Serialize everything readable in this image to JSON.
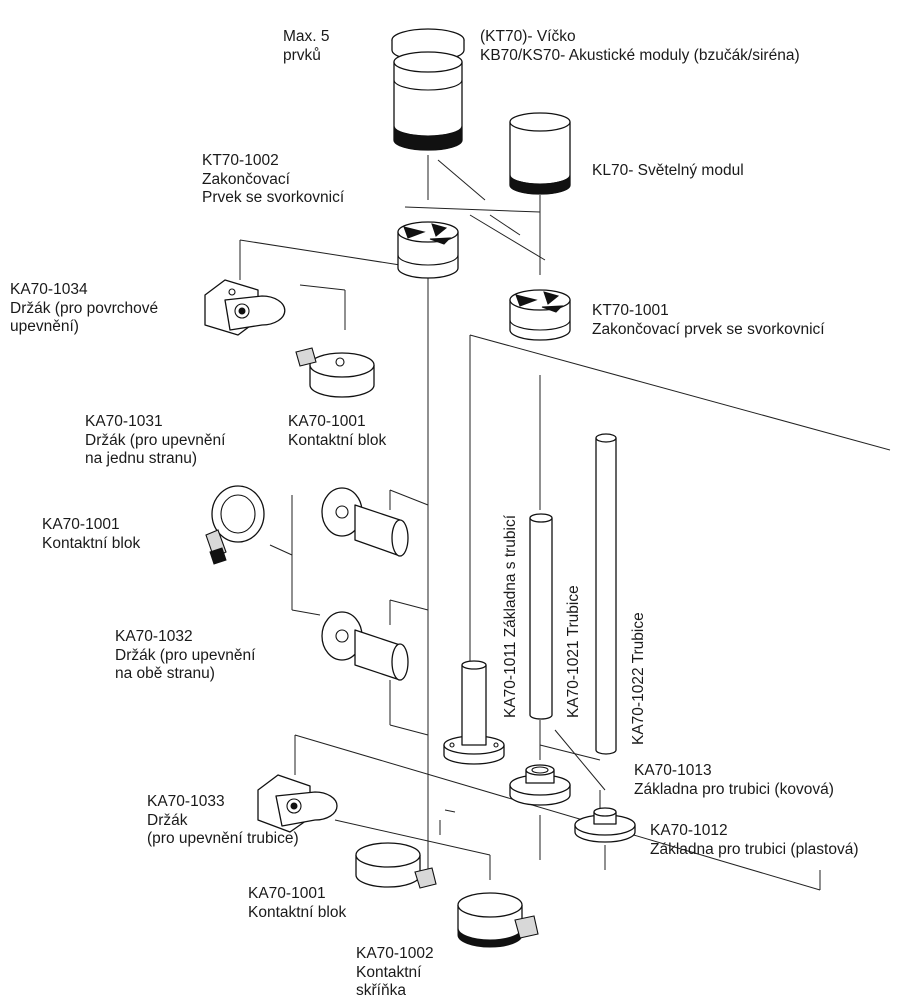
{
  "labels": {
    "max": [
      "Max. 5",
      "prvků"
    ],
    "top": [
      "(KT70)- Víčko",
      "KB70/KS70- Akustické moduly (bzučák/siréna)"
    ],
    "kl70": [
      "KL70- Světelný modul"
    ],
    "kt1002": [
      "KT70-1002",
      "Zakončovací",
      "Prvek se svorkovnicí"
    ],
    "kt1001": [
      "KT70-1001",
      "Zakončovací prvek se svorkovnicí"
    ],
    "ka1034": [
      "KA70-1034",
      "Držák (pro povrchové",
      "upevnění)"
    ],
    "ka1001a": [
      "KA70-1001",
      "Kontaktní blok"
    ],
    "ka1031": [
      "KA70-1031",
      "Držák (pro upevnění",
      "na jednu stranu)"
    ],
    "ka1001b": [
      "KA70-1001",
      "Kontaktní blok"
    ],
    "ka1032": [
      "KA70-1032",
      "Držák (pro upevnění",
      "na obě stranu)"
    ],
    "ka1011": "KA70-1011   Základna s trubicí",
    "ka1021": "KA70-1021   Trubice",
    "ka1022": "KA70-1022   Trubice",
    "ka1013": [
      "KA70-1013",
      "Základna pro trubici (kovová)"
    ],
    "ka1012": [
      "KA70-1012",
      "Základna pro trubici (plastová)"
    ],
    "ka1033": [
      "KA70-1033",
      "Držák",
      "(pro upevnění trubice)"
    ],
    "ka1001c": [
      "KA70-1001",
      "Kontaktní blok"
    ],
    "ka1002": [
      "KA70-1002",
      "Kontaktní",
      "skříňka"
    ]
  },
  "colors": {
    "line": "#222222",
    "text": "#1a1a1a",
    "background": "#ffffff"
  }
}
